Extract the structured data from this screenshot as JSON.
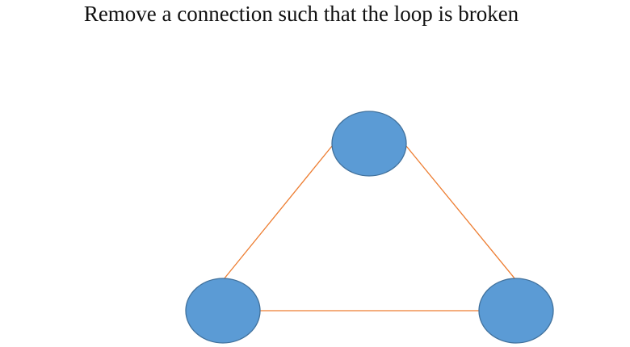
{
  "title": "Remove a connection such that the loop is broken",
  "colors": {
    "node_fill": "#5b9bd5",
    "node_stroke": "#41719c",
    "edge": "#ed7d31"
  },
  "nodes": [
    "top",
    "bottom-left",
    "bottom-right"
  ],
  "edges": [
    [
      "top",
      "bottom-left"
    ],
    [
      "top",
      "bottom-right"
    ],
    [
      "bottom-left",
      "bottom-right"
    ]
  ]
}
